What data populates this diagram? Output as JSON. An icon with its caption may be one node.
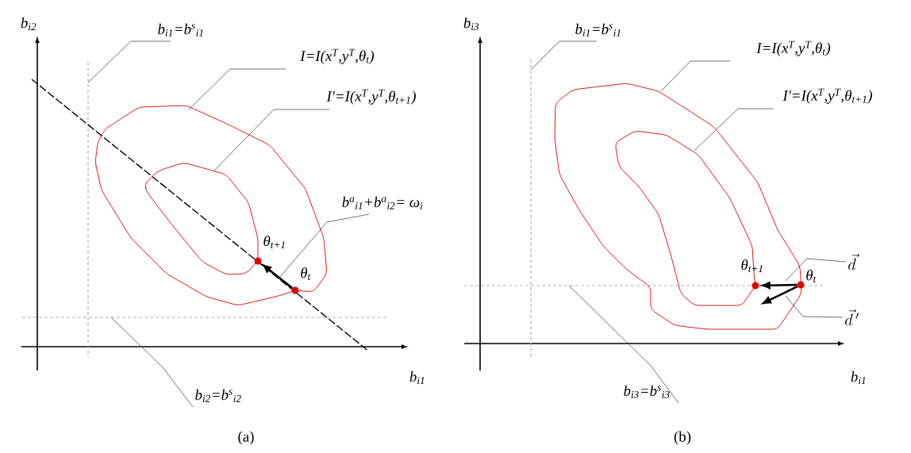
{
  "diagram": {
    "nodes": [
      {
        "text": [
          "b$_{i1}$=b$^{s}$$_{i1}$"
        ]
      },
      {
        "text": [
          "I=I(x$^{T}$,y$^{T}$,θ$_{t}$)"
        ]
      },
      {
        "text": [
          "I'=I(x$^{T}$,y$^{T}$,θ$_{t+1}$)"
        ]
      },
      {
        "text": [
          "b$^{a}$$_{i1}$+b$^{a}$$_{i2}$= ω$_{i}$"
        ]
      },
      {
        "text": [],
        "shape": "circle",
        "beside": [
          "θ$_{t+1}$"
        ]
      },
      {
        "text": [],
        "shape": "circle",
        "beside": [
          "θ$_{t}$"
        ]
      },
      {
        "text": [
          "b$_{i2}$=b$^{s}$$_{i2}$"
        ]
      },
      {
        "text": [
          "b$_{i1}$=b$^{s}$$_{i1}$"
        ]
      },
      {
        "text": [
          "I=I(x$^{T}$,y$^{T}$,θ$_{t}$)"
        ]
      },
      {
        "text": [
          "I'=I(x$^{T}$,y$^{T}$,θ$_{t+1}$)"
        ]
      },
      {
        "text": [],
        "shape": "circle",
        "beside": [
          "θ$_{t+1}$"
        ]
      },
      {
        "text": [],
        "shape": "circle",
        "beside": [
          "θ$_{t}$"
        ]
      },
      {
        "text": [
          "\\vec{d}"
        ]
      },
      {
        "text": [
          "\\vec{d}\\,'"
        ]
      },
      {
        "text": [
          "b$_{i3}$=b$^{s}$$_{i3}$"
        ]
      }
    ],
    "edges": [
      {
        "from": 0,
        "to": null,
        "arrow": "none"
      },
      {
        "from": 1,
        "to": null,
        "arrow": "none"
      },
      {
        "from": 2,
        "to": null,
        "arrow": "none"
      },
      {
        "from": 3,
        "to": null,
        "arrow": "none"
      },
      {
        "from": 5,
        "to": 4,
        "arrow": "to",
        "style": "thick",
        "color": "#000000"
      },
      {
        "from": 6,
        "to": null,
        "arrow": "none"
      },
      {
        "from": 7,
        "to": null,
        "arrow": "none"
      },
      {
        "from": 8,
        "to": null,
        "arrow": "none"
      },
      {
        "from": 9,
        "to": null,
        "arrow": "none"
      },
      {
        "from": 11,
        "to": 10,
        "arrow": "to",
        "style": "thick",
        "color": "#000000"
      },
      {
        "from": 11,
        "to": null,
        "arrow": "to",
        "style": "thick",
        "color": "#000000"
      },
      {
        "from": 12,
        "to": null,
        "arrow": "none"
      },
      {
        "from": 13,
        "to": null,
        "arrow": "none"
      },
      {
        "from": 14,
        "to": null,
        "arrow": "none"
      }
    ],
    "labels": [
      "b$_{i2}$",
      "b$_{i1}$",
      "(a)",
      "b$_{i3}$",
      "b$_{i1}$",
      "(b)"
    ]
  }
}
